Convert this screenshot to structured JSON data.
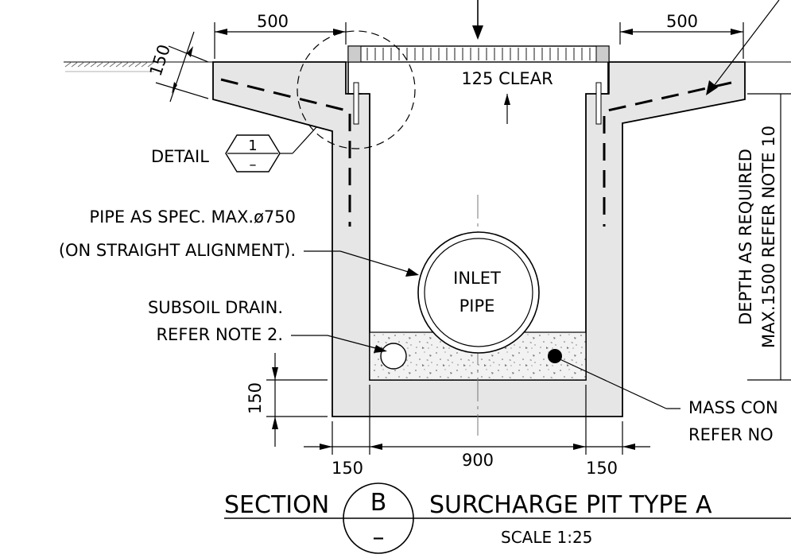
{
  "dimensions": {
    "left_width": "500",
    "right_width": "500",
    "slab_thickness": "150",
    "clear_opening": "125 CLEAR",
    "base_thickness": "150",
    "wall_left": "150",
    "internal_width": "900",
    "wall_right": "150",
    "depth_line1": "DEPTH AS REQUIRED",
    "depth_line2": "MAX.1500 REFER NOTE 10"
  },
  "labels": {
    "detail_text": "DETAIL",
    "detail_number": "1",
    "detail_sheet": "–",
    "pipe_line1": "PIPE AS SPEC. MAX.ø750",
    "pipe_line2": "(ON STRAIGHT ALIGNMENT).",
    "inlet_line1": "INLET",
    "inlet_line2": "PIPE",
    "subsoil_line1": "SUBSOIL DRAIN.",
    "subsoil_line2": "REFER NOTE 2.",
    "mass_line1": "MASS CON",
    "mass_line2": "REFER NO"
  },
  "title": {
    "prefix": "SECTION",
    "section_letter": "B",
    "section_sheet": "–",
    "name": "SURCHARGE PIT TYPE A",
    "scale": "SCALE 1:25"
  }
}
